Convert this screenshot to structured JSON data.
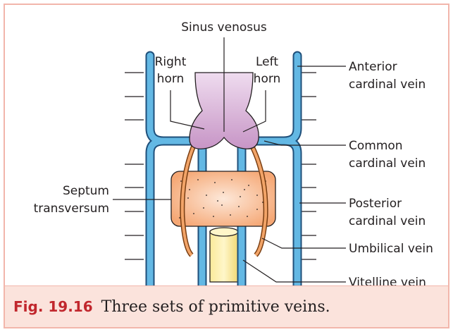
{
  "diagram": {
    "labels": {
      "sinus_venosus": "Sinus venosus",
      "right_horn_1": "Right",
      "right_horn_2": "horn",
      "left_horn_1": "Left",
      "left_horn_2": "horn",
      "anterior_cardinal_1": "Anterior",
      "anterior_cardinal_2": "cardinal vein",
      "common_cardinal_1": "Common",
      "common_cardinal_2": "cardinal vein",
      "posterior_cardinal_1": "Posterior",
      "posterior_cardinal_2": "cardinal vein",
      "umbilical_vein": "Umbilical vein",
      "vitelline_vein": "Vitelline vein",
      "septum_1": "Septum",
      "septum_2": "transversum"
    },
    "colors": {
      "vein_blue": "#63b8e4",
      "vein_outline": "#1f4f7a",
      "umbilical_orange": "#f2a468",
      "septum_fill": "#f5a774",
      "sinus_purple": "#d9b3d8",
      "vitelline_yellow": "#fbeb9a",
      "frame_border": "#f2b6ab",
      "caption_bg": "#fbe3dc",
      "caption_accent": "#c1272d"
    }
  },
  "caption": {
    "number": "Fig. 19.16",
    "text": "Three sets of primitive veins."
  }
}
